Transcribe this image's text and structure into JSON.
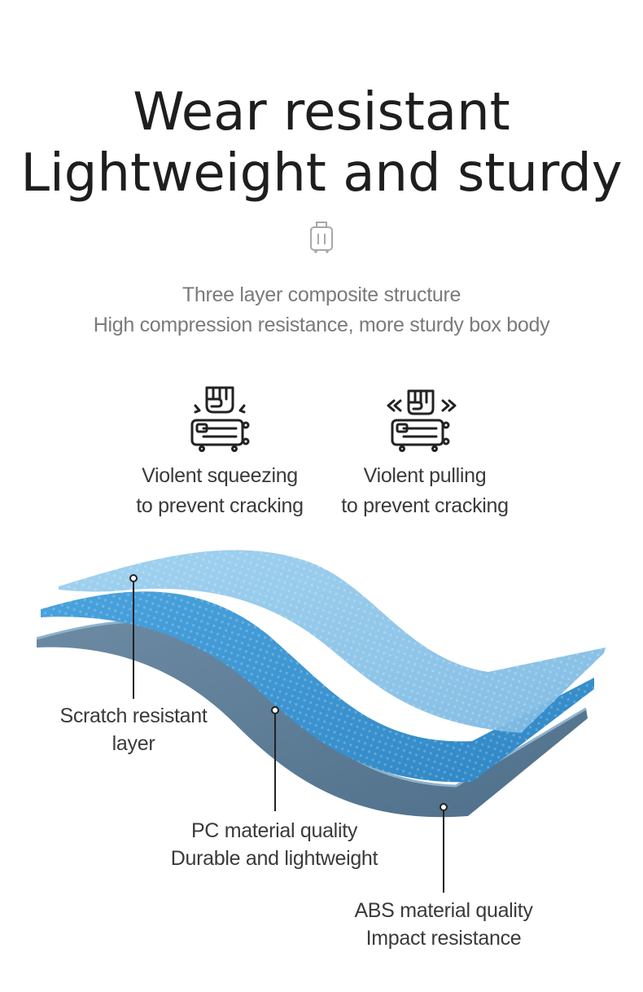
{
  "header": {
    "title_line1": "Wear resistant",
    "title_line2": "Lightweight and sturdy",
    "icon": "suitcase-icon"
  },
  "intro": {
    "line1": "Three layer composite structure",
    "line2": "High compression resistance, more sturdy box body"
  },
  "features": [
    {
      "icon": "squeeze-suitcase-icon",
      "line1": "Violent squeezing",
      "line2": "to prevent cracking"
    },
    {
      "icon": "pull-suitcase-icon",
      "line1": "Violent pulling",
      "line2": "to prevent cracking"
    }
  ],
  "layers": [
    {
      "line1": "Scratch resistant",
      "line2": "layer",
      "color": "#8ac3e8"
    },
    {
      "line1": "PC material quality",
      "line2": "Durable and lightweight",
      "color": "#3d95d1"
    },
    {
      "line1": "ABS material quality",
      "line2": "Impact resistance",
      "color": "#5a7d98"
    }
  ],
  "colors": {
    "title": "#1e1e1e",
    "subtitle": "#7a7a7a",
    "text": "#3a3a3a"
  }
}
